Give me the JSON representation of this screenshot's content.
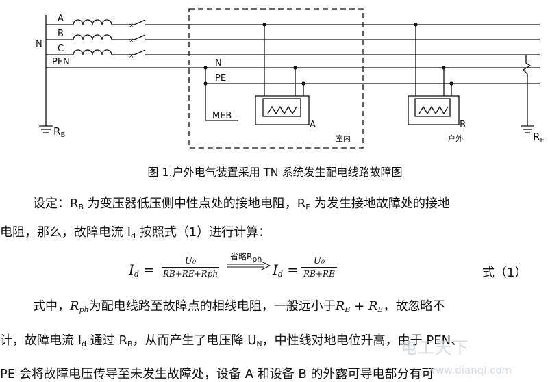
{
  "diagram": {
    "labels": {
      "a": "A",
      "b": "B",
      "c": "C",
      "n_left": "N",
      "pen": "PEN",
      "n_inner": "N",
      "pe_inner": "PE",
      "meb": "MEB",
      "rb": "RB",
      "re": "RE",
      "device_a": "A",
      "device_b": "B",
      "indoor": "室内",
      "outdoor": "户外"
    }
  },
  "caption": "图 1.户外电气装置采用 TN 系统发生配电线路故障图",
  "paragraphs": {
    "p1_a": "设定：R",
    "p1_b": "B",
    "p1_c": " 为变压器低压侧中性点处的接地电阻，R",
    "p1_d": "E",
    "p1_e": " 为发生接地故障处的接地",
    "p2_a": "电阻，那么，故障电流 I",
    "p2_b": "d",
    "p2_c": " 按照式（1）进行计算：",
    "p3_a": "式中，",
    "p3_b": "R",
    "p3_c": "ph",
    "p3_d": "为配电线路至故障点的相线电阻，一般远小于",
    "p3_e": "R",
    "p3_f": "B",
    "p3_g": " + ",
    "p3_h": "R",
    "p3_i": "E",
    "p3_j": "，故忽略不",
    "p4_a": "计，故障电流 I",
    "p4_b": "d",
    "p4_c": " 通过 R",
    "p4_d": "B",
    "p4_e": "，从而产生了电压降 U",
    "p4_f": "N",
    "p4_g": "，中性线对地电位升高，由于 PEN、",
    "p5": "PE 会将故障电压传导至未发生故障处，设备 A 和设备 B 的外露可导电部分有可"
  },
  "formula": {
    "lhs": "I",
    "lhs_sub": "d",
    "num1": "U₀",
    "den1": "R₍B₎+R₍E₎+R₍ph₎",
    "den1_display": "RB+RE+Rph",
    "arrow_label": "省略R",
    "arrow_label_sub": "ph",
    "num2": "U₀",
    "den2_display": "RB+RE",
    "eq_number": "式（1）"
  },
  "watermark": {
    "text": "电工天下",
    "url": "www.dianqi.com"
  }
}
